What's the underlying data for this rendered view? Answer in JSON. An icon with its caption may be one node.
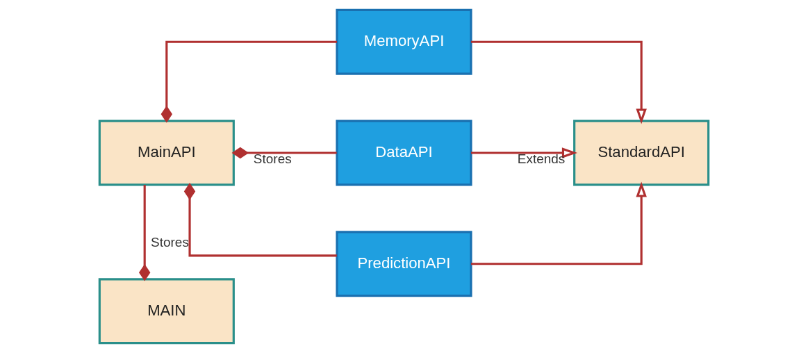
{
  "diagram": {
    "nodes": [
      {
        "text": [
          "MainAPI"
        ]
      },
      {
        "text": [
          "MAIN"
        ]
      },
      {
        "text": [
          "MemoryAPI"
        ]
      },
      {
        "text": [
          "DataAPI"
        ]
      },
      {
        "text": [
          "PredictionAPI"
        ]
      },
      {
        "text": [
          "StandardAPI"
        ]
      }
    ],
    "edges": [
      {
        "from": 0,
        "to": 2,
        "arrow": "other"
      },
      {
        "from": 0,
        "to": 3,
        "arrow": "other",
        "label": "Stores"
      },
      {
        "from": 0,
        "to": 4,
        "arrow": "other"
      },
      {
        "from": 1,
        "to": 0,
        "arrow": "other",
        "label": "Stores"
      },
      {
        "from": 2,
        "to": 5,
        "arrow": "to"
      },
      {
        "from": 3,
        "to": 5,
        "arrow": "to",
        "label": "Extends"
      },
      {
        "from": 4,
        "to": 5,
        "arrow": "to"
      }
    ]
  }
}
